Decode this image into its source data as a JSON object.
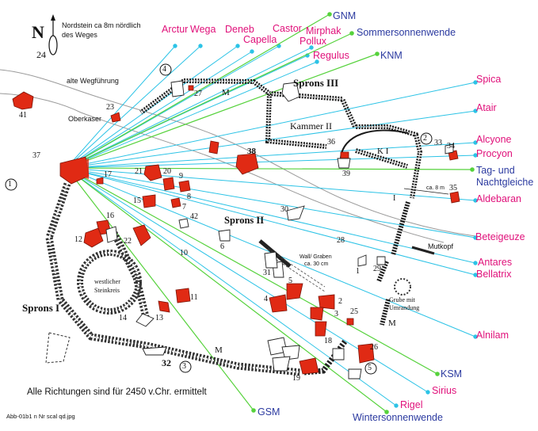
{
  "colors": {
    "star_label": "#e0107a",
    "event_label": "#2b3aa0",
    "star_line": "#2cc3e6",
    "event_line": "#56d23c",
    "stone": "#e02a14",
    "wall": "#1a1a1a"
  },
  "north": {
    "letter": "N",
    "note_line1": "Nordstein ca 8m nördlich",
    "note_line2": "des Weges",
    "stone_number": "24"
  },
  "star_labels": {
    "arctur": "Arctur",
    "wega": "Wega",
    "deneb": "Deneb",
    "capella": "Capella",
    "castor": "Castor",
    "mirphak": "Mirphak",
    "pollux": "Pollux",
    "regulus": "Regulus",
    "spica": "Spica",
    "atair": "Atair",
    "alcyone": "Alcyone",
    "procyon": "Procyon",
    "aldebaran": "Aldebaran",
    "beteigeuze": "Beteigeuze",
    "antares": "Antares",
    "bellatrix": "Bellatrix",
    "alnilam": "Alnilam",
    "sirius": "Sirius",
    "rigel": "Rigel"
  },
  "event_labels": {
    "gnm": "GNM",
    "sommer": "Sommersonnenwende",
    "knm": "KNM",
    "tag_nacht_1": "Tag- und",
    "tag_nacht_2": "Nachtgleiche",
    "ksm": "KSM",
    "gsm": "GSM",
    "winter": "Wintersonnenwende"
  },
  "site_labels": {
    "sprons1": "Sprons I",
    "sprons2": "Sprons II",
    "sprons3": "Sprons III",
    "kammer2": "Kammer II",
    "k1": "K I",
    "westlicher1": "westlicher",
    "westlicher2": "Steinkreis",
    "alte_weg": "alte Wegführung",
    "oberkaser": "Oberkaser",
    "wall1": "Wall/ Graben",
    "wall2": "ca. 30 cm",
    "grube1": "Grube mit",
    "grube2": "Umrandung",
    "mutkopf": "Mutkopf",
    "ca8m": "ca. 8 m",
    "m1": "M",
    "m2": "M",
    "m3": "M"
  },
  "stone_numbers": {
    "n1": "1",
    "n2": "2",
    "n3": "3",
    "n4": "4",
    "n5": "5",
    "n6": "6",
    "n7": "7",
    "n8": "8",
    "n9": "9",
    "n10": "10",
    "n11": "11",
    "n12": "12",
    "n13": "13",
    "n14": "14",
    "n15": "15",
    "n16": "16",
    "n17": "17",
    "n18": "18",
    "n19": "19",
    "n20": "20",
    "n21": "21",
    "n22": "22",
    "n23": "23",
    "n25": "25",
    "n26": "26",
    "n27": "27",
    "n28": "28",
    "n29": "29",
    "n30": "30",
    "n31": "31",
    "n32": "32",
    "n33": "33",
    "n34": "34",
    "n35": "35",
    "n36": "36",
    "n37": "37",
    "n38": "38",
    "n39": "39",
    "n41": "41",
    "n42": "42",
    "sg_i": "I"
  },
  "circled": {
    "c1": "1",
    "c2": "2",
    "c3": "3",
    "c4": "4",
    "c5": "5"
  },
  "footer": {
    "note": "Alle Richtungen sind für 2450 v.Chr. ermittelt",
    "filename": "Abb-01b1  n  Nr  scal  qd.jpg"
  }
}
